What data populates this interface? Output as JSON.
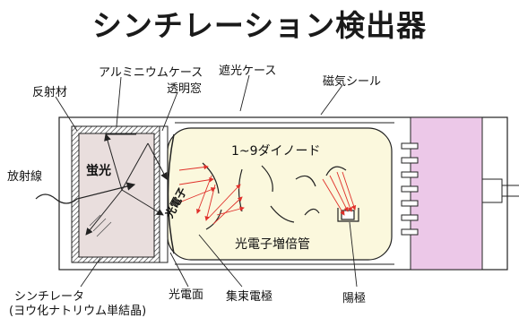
{
  "title": "シンチレーション検出器",
  "labels": {
    "reflector": "反射材",
    "aluminium_case": "アルミニウムケース",
    "transparent_window": "透明窓",
    "light_shield_case": "遮光ケース",
    "magnetic_seal": "磁気シール",
    "radiation": "放射線",
    "fluorescence": "蛍光",
    "photoelectron": "光電子",
    "dynodes": "1~9ダイノード",
    "pmt": "光電子増倍管",
    "scintillator": "シンチレータ",
    "scintillator_note": "(ヨウ化ナトリウム単結晶)",
    "photocathode": "光電面",
    "focusing_electrode": "集束電極",
    "anode": "陽極"
  },
  "colors": {
    "crystal": "#e9dedd",
    "pmt_body": "#fbf8dd",
    "magnetic_seal": "#ecc8e8",
    "arrows": "#e0302a",
    "line": "#222222"
  }
}
